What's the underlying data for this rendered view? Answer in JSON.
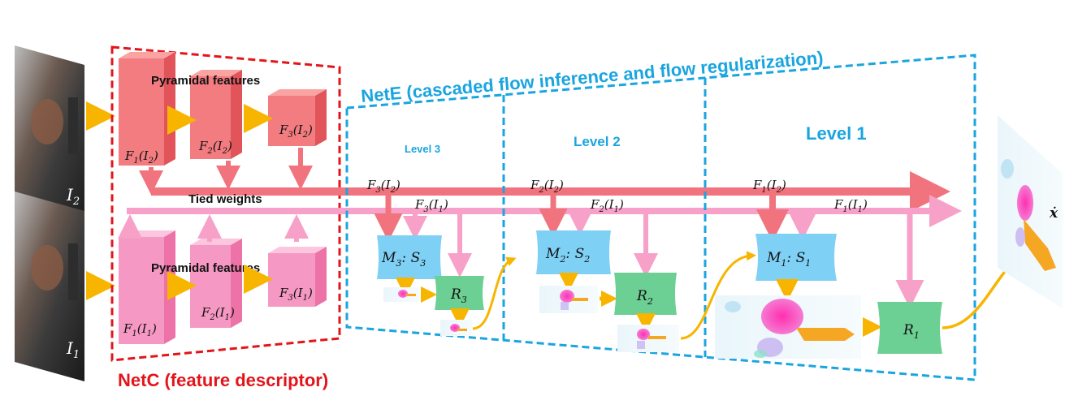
{
  "netc": {
    "title": "NetC (feature descriptor)",
    "pyramid_top_label": "Pyramidal features",
    "pyramid_bottom_label": "Pyramidal features",
    "tied_weights_label": "Tied weights",
    "top_features": [
      "F",
      "1",
      "(I",
      "2",
      ")",
      "F",
      "2",
      "(I",
      "2",
      ")",
      "F",
      "3",
      "(I",
      "2",
      ")"
    ],
    "bottom_features": [
      "F",
      "1",
      "(I",
      "1",
      ")",
      "F",
      "2",
      "(I",
      "1",
      ")",
      "F",
      "3",
      "(I",
      "1",
      ")"
    ]
  },
  "inputs": {
    "image_top_label": "I",
    "image_top_sub": "2",
    "image_bottom_label": "I",
    "image_bottom_sub": "1"
  },
  "nete": {
    "title": "NetE (cascaded flow inference and flow regularization)",
    "levels": [
      {
        "label": "Level 3",
        "f2": "F",
        "f2_sub": "3",
        "f2_arg": "(I",
        "f2_arg_sub": "2",
        "f1": "F",
        "f1_sub": "3",
        "f1_arg": "(I",
        "f1_arg_sub": "1",
        "m": "M",
        "m_sub": "3",
        "s": "S",
        "s_sub": "3",
        "r": "R",
        "r_sub": "3"
      },
      {
        "label": "Level 2",
        "f2": "F",
        "f2_sub": "2",
        "f2_arg": "(I",
        "f2_arg_sub": "2",
        "f1": "F",
        "f1_sub": "2",
        "f1_arg": "(I",
        "f1_arg_sub": "1",
        "m": "M",
        "m_sub": "2",
        "s": "S",
        "s_sub": "2",
        "r": "R",
        "r_sub": "2"
      },
      {
        "label": "Level 1",
        "f2": "F",
        "f2_sub": "1",
        "f2_arg": "(I",
        "f2_arg_sub": "2",
        "f1": "F",
        "f1_sub": "1",
        "f1_arg": "(I",
        "f1_arg_sub": "1",
        "m": "M",
        "m_sub": "1",
        "s": "S",
        "s_sub": "1",
        "r": "R",
        "r_sub": "1"
      }
    ]
  },
  "output": {
    "label": "ẋ"
  },
  "colors": {
    "netc_border": "#e3151a",
    "nete_border": "#1aa5e0",
    "top_arrow": "#f0737d",
    "bottom_arrow": "#f7a1c8",
    "gold_arrow": "#f7b500",
    "matching_box": "#7fd0f5",
    "regularizer_box": "#6ccf93"
  }
}
